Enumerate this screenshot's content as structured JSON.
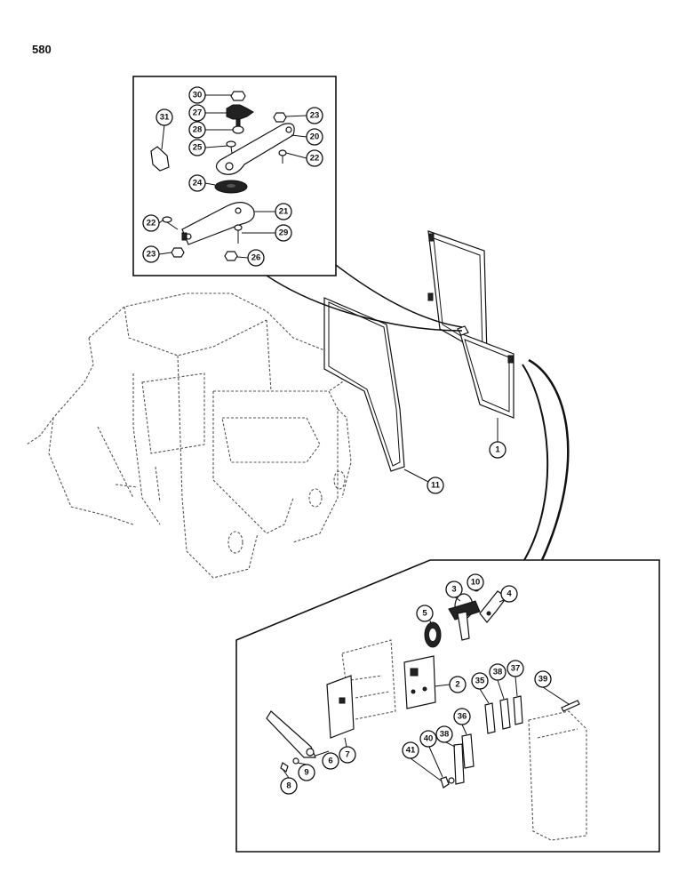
{
  "page_number": "580",
  "callouts": {
    "c30": "30",
    "c27": "27",
    "c28": "28",
    "c25": "25",
    "c31": "31",
    "c23a": "23",
    "c20": "20",
    "c22a": "22",
    "c24": "24",
    "c22b": "22",
    "c21": "21",
    "c29": "29",
    "c23b": "23",
    "c26": "26",
    "c1": "1",
    "c11": "11",
    "c3": "3",
    "c10": "10",
    "c4": "4",
    "c5": "5",
    "c2": "2",
    "c39": "39",
    "c37": "37",
    "c38a": "38",
    "c35": "35",
    "c36": "36",
    "c38b": "38",
    "c40": "40",
    "c41": "41",
    "c6": "6",
    "c7": "7",
    "c8": "8",
    "c9": "9"
  }
}
